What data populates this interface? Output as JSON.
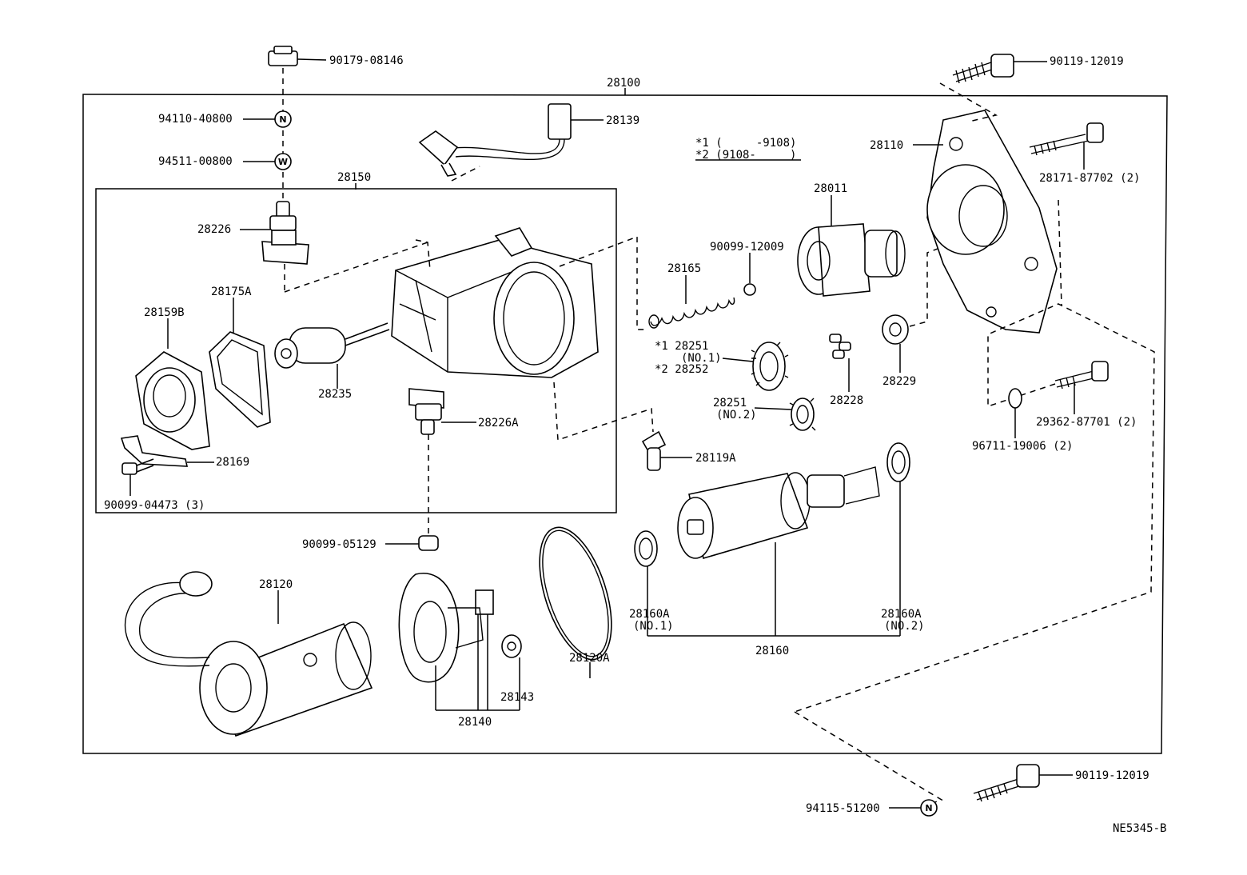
{
  "labels": {
    "p90179": "90179-08146",
    "p90119_top": "90119-12019",
    "p28100": "28100",
    "p94110": "94110-40800",
    "p28139": "28139",
    "note1": "*1 (     -9108)",
    "note2": "*2 (9108-     )",
    "p28110": "28110",
    "p94511": "94511-00800",
    "p28171": "28171-87702 (2)",
    "p28150": "28150",
    "p28011": "28011",
    "p28226": "28226",
    "p90099_12009": "90099-12009",
    "p28165": "28165",
    "p28175A": "28175A",
    "p28159B": "28159B",
    "p28251_1a": "*1 28251",
    "p28251_1b": "(NO.1)",
    "p28252": "*2 28252",
    "p28229": "28229",
    "p28228": "28228",
    "p28235": "28235",
    "p28251_2a": "28251",
    "p28251_2b": "(NO.2)",
    "p29362": "29362-87701 (2)",
    "p96711": "96711-19006 (2)",
    "p28226A": "28226A",
    "p28169": "28169",
    "p28119A": "28119A",
    "p90099_04473": "90099-04473 (3)",
    "p90099_05129": "90099-05129",
    "p28120": "28120",
    "p28160A_1a": "28160A",
    "p28160A_1b": "(NO.1)",
    "p28160A_2a": "28160A",
    "p28160A_2b": "(NO.2)",
    "p28120A": "28120A",
    "p28160": "28160",
    "p28143": "28143",
    "p28140": "28140",
    "p90119_bot": "90119-12019",
    "p94115": "94115-51200",
    "ref": "NE5345-B"
  },
  "markers": {
    "nut": "N",
    "washer": "W"
  }
}
